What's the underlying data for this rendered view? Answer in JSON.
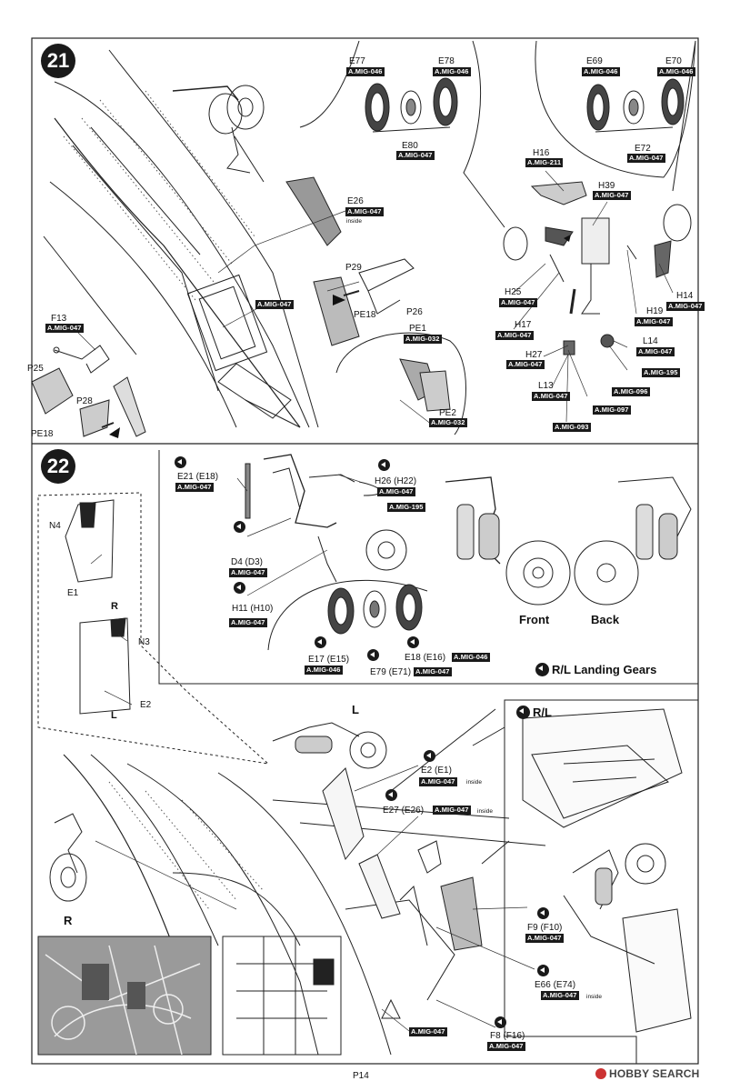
{
  "steps": {
    "s21": "21",
    "s22": "22"
  },
  "page_number": "P14",
  "watermark": "HOBBY SEARCH",
  "paint_codes": {
    "m046": "A.MIG-046",
    "m047": "A.MIG-047",
    "m032": "A.MIG-032",
    "m211": "A.MIG-211",
    "m195": "A.MIG-195",
    "m096": "A.MIG-096",
    "m097": "A.MIG-097",
    "m093": "A.MIG-093"
  },
  "notes": {
    "inside": "inside"
  },
  "step21": {
    "E77": "E77",
    "E78": "E78",
    "E80": "E80",
    "E69": "E69",
    "E70": "E70",
    "E72": "E72",
    "H16": "H16",
    "H39": "H39",
    "E26": "E26",
    "P29": "P29",
    "P26": "P26",
    "PE18a": "PE18",
    "PE1": "PE1",
    "PE2": "PE2",
    "F13": "F13",
    "P25": "P25",
    "P28": "P28",
    "PE18b": "PE18",
    "H25": "H25",
    "H17": "H17",
    "H27": "H27",
    "L13": "L13",
    "H19": "H19",
    "H14": "H14",
    "L14": "L14"
  },
  "step22": {
    "E21": "E21 (E18)",
    "H26": "H26 (H22)",
    "D4": "D4 (D3)",
    "H11": "H11 (H10)",
    "E17": "E17 (E15)",
    "E79": "E79 (E71)",
    "E18": "E18 (E16)",
    "N4": "N4",
    "E1": "E1",
    "R1": "R",
    "N3": "N3",
    "E2": "E2",
    "L1": "L",
    "front": "Front",
    "back": "Back",
    "rl_gears": "R/L Landing Gears",
    "rl": "R/L",
    "L2": "L",
    "R2": "R",
    "E2b": "E2 (E1)",
    "E27": "E27 (E26)",
    "F9": "F9 (F10)",
    "E66": "E66 (E74)",
    "F8": "F8 (F16)"
  }
}
